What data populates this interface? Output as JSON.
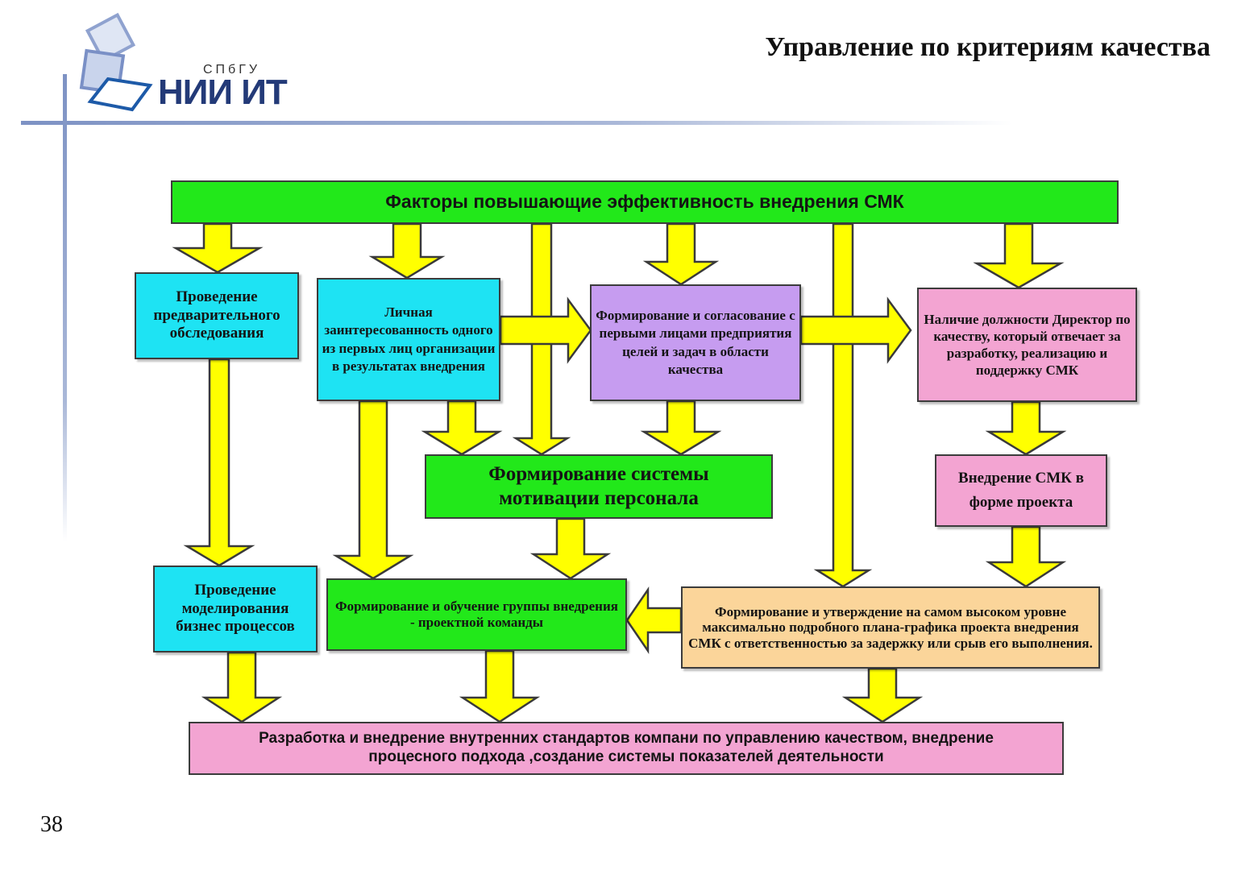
{
  "slide": {
    "title": "Управление по критериям качества",
    "page_number": "38"
  },
  "logo": {
    "subtitle": "СПбГУ",
    "name": "НИИ ИТ"
  },
  "colors": {
    "arrow_fill": "#ffff00",
    "arrow_stroke": "#3a3a3a",
    "green": "#22e81a",
    "cyan": "#1ee3f3",
    "violet": "#c69cf0",
    "pink": "#f3a4d2",
    "peach": "#fbd59a",
    "rule": "#7d92c4"
  },
  "diagram": {
    "top": "Факторы повышающие  эффективность внедрения СМК",
    "survey": "Проведение предварительного обследования",
    "interest": "Личная заинтересованность одного из первых лиц организации в результатах внедрения",
    "goals": "Формирование и согласование с первыми лицами предприятия целей и задач в области качества",
    "director": "Наличие должности Директор по качеству, который отвечает за разработку, реализацию и поддержку СМК",
    "motivation": "Формирование системы мотивации персонала",
    "project": "Внедрение СМК в форме проекта",
    "modeling": "Проведение моделирования бизнес процессов",
    "team": "Формирование и обучение группы внедрения - проектной команды",
    "plan": "Формирование и утверждение на самом высоком уровне максимально подробного плана-графика проекта внедрения СМК с  ответственностью  за задержку или срыв его выполнения.",
    "bottom": "Разработка и внедрение внутренних стандартов компани по управлению качеством, внедрение процесного подхода ,создание системы показателей деятельности"
  }
}
